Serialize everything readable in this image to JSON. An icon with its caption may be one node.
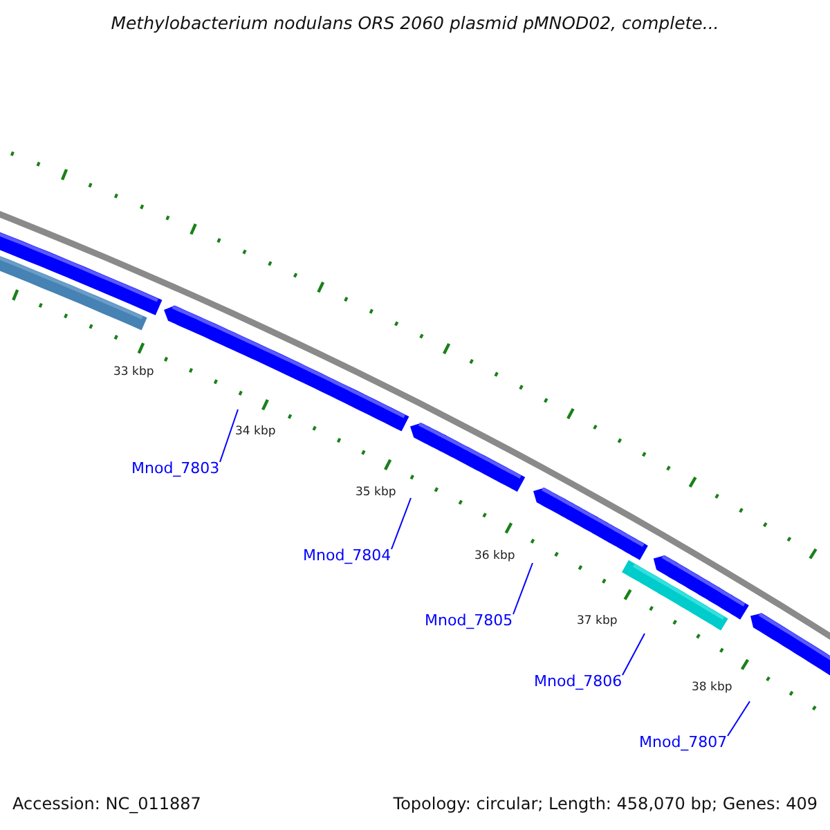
{
  "diagram": {
    "title": "Methylobacterium nodulans ORS 2060 plasmid pMNOD02, complete...",
    "nodes": [
      {
        "text": [
          "Mnod_7803"
        ]
      },
      {
        "text": [
          "Mnod_7804"
        ]
      },
      {
        "text": [
          "Mnod_7805"
        ]
      },
      {
        "text": [
          "Mnod_7806"
        ]
      },
      {
        "text": [
          "Mnod_7807"
        ]
      }
    ],
    "edges": [
      {
        "from": 0,
        "to": null,
        "arrow": "none"
      },
      {
        "from": 1,
        "to": null,
        "arrow": "none"
      },
      {
        "from": 2,
        "to": null,
        "arrow": "none"
      },
      {
        "from": 3,
        "to": null,
        "arrow": "none"
      },
      {
        "from": 4,
        "to": null,
        "arrow": "none"
      }
    ],
    "labels": [
      "33 kbp",
      "34 kbp",
      "35 kbp",
      "36 kbp",
      "37 kbp",
      "38 kbp",
      "Accession: NC_011887",
      "Topology: circular; Length: 458,070 bp; Genes: 409"
    ]
  }
}
